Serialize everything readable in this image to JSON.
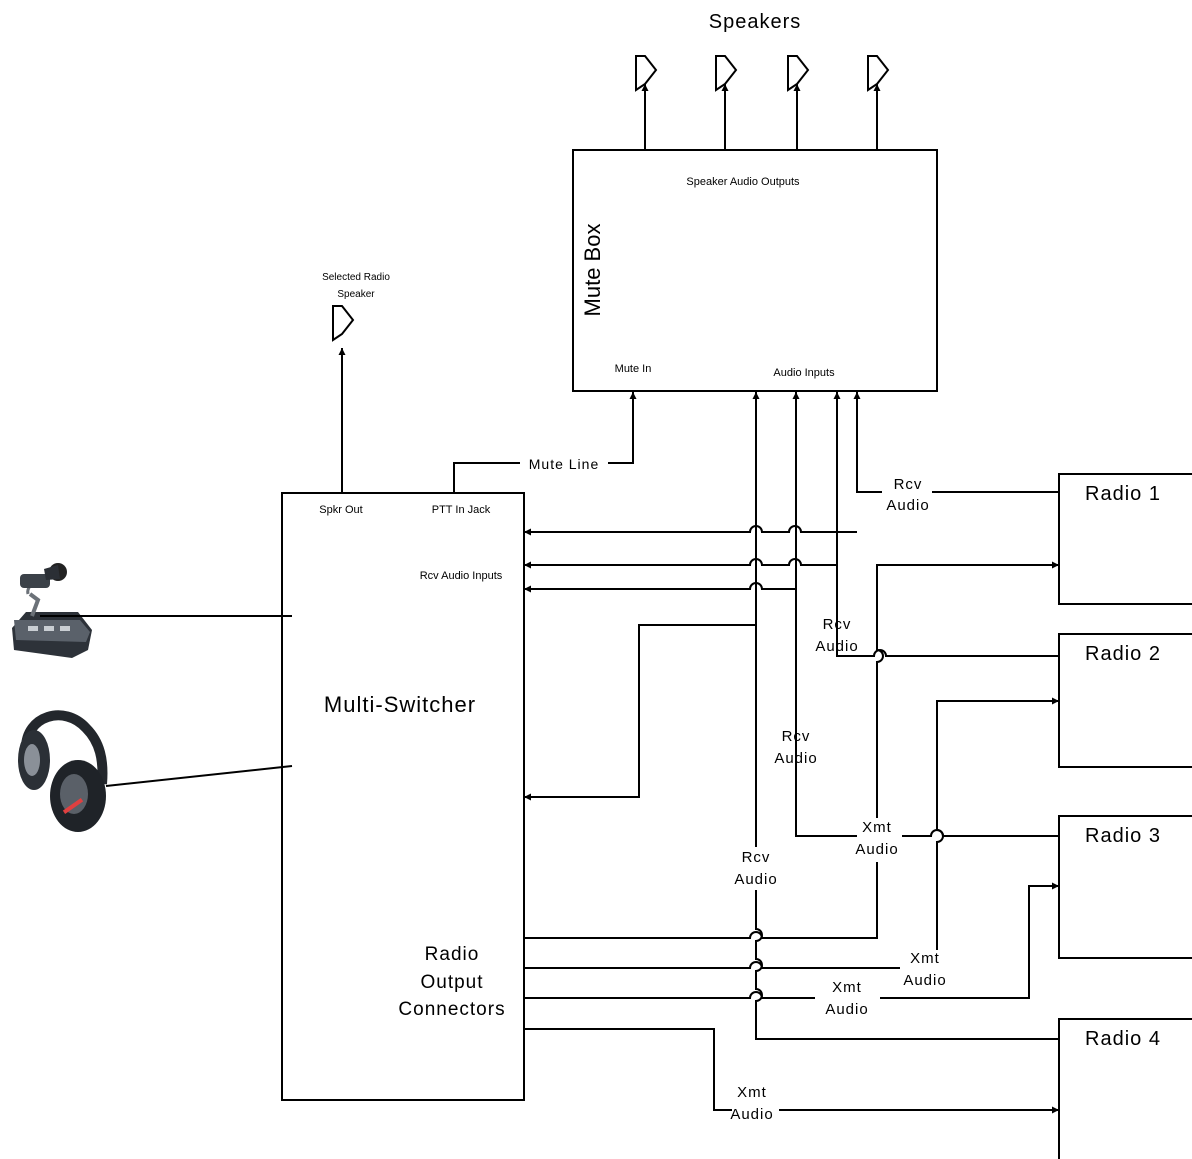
{
  "title": "Speakers",
  "mute_box": {
    "name": "Mute Box",
    "speaker_outputs": "Speaker Audio Outputs",
    "mute_in": "Mute In",
    "audio_inputs": "Audio Inputs"
  },
  "selected_speaker": {
    "line1": "Selected Radio",
    "line2": "Speaker"
  },
  "mute_line": "Mute Line",
  "multi_switcher": {
    "name": "Multi-Switcher",
    "spkr_out": "Spkr Out",
    "ptt_in_jack": "PTT In Jack",
    "rcv_audio_inputs": "Rcv Audio Inputs",
    "radio_output_connectors": [
      "Radio",
      "Output",
      "Connectors"
    ]
  },
  "radios": [
    "Radio 1",
    "Radio 2",
    "Radio 3",
    "Radio 4"
  ],
  "rcv_audio_labels": [
    [
      "Rcv",
      "Audio"
    ],
    [
      "Rcv",
      "Audio"
    ],
    [
      "Rcv",
      "Audio"
    ],
    [
      "Rcv",
      "Audio"
    ]
  ],
  "xmt_audio_labels": [
    [
      "Xmt",
      "Audio"
    ],
    [
      "Xmt",
      "Audio"
    ],
    [
      "Xmt",
      "Audio"
    ],
    [
      "Xmt",
      "Audio"
    ]
  ],
  "icons": [
    "microphone-icon",
    "headphones-icon",
    "speaker-icon"
  ]
}
